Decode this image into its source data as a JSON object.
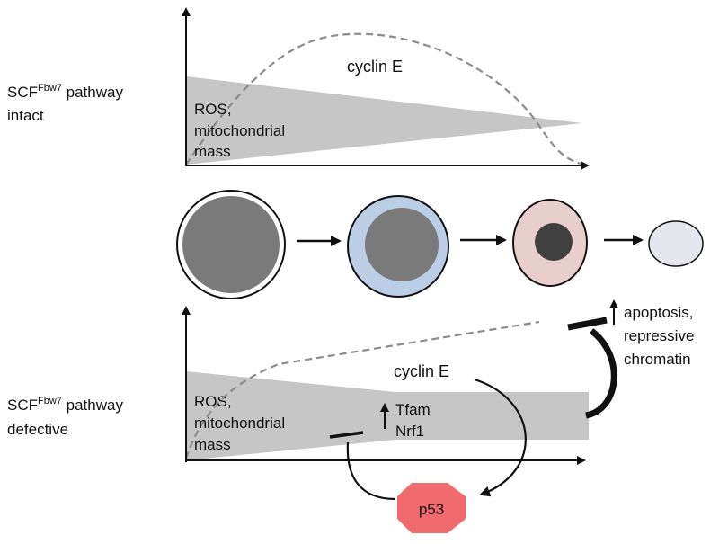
{
  "top_panel": {
    "row_label_prefix": "SCF",
    "row_label_superscript": "Fbw7",
    "row_label_suffix": " pathway",
    "row_label_line2": "intact",
    "curve_label": "cyclin E",
    "wedge_label_lines": [
      "ROS,",
      "mitochondrial",
      "mass"
    ]
  },
  "bottom_panel": {
    "row_label_prefix": "SCF",
    "row_label_superscript": "Fbw7",
    "row_label_suffix": " pathway",
    "row_label_line2": "defective",
    "curve_label": "cyclin E",
    "wedge_label_lines": [
      "ROS,",
      "mitochondrial",
      "mass"
    ],
    "up_factors": [
      "Tfam",
      "Nrf1"
    ],
    "p53_label": "p53",
    "outcome_lines": [
      "apoptosis,",
      "repressive",
      "chromatin"
    ]
  },
  "cells": [
    {
      "name": "cell-stage-1"
    },
    {
      "name": "cell-stage-2"
    },
    {
      "name": "cell-stage-3"
    },
    {
      "name": "cell-stage-4"
    }
  ],
  "colors": {
    "axis": "#111111",
    "wedge_fill": "#c6c6c6",
    "curve": "#8c8c8c",
    "nucleus_dark": "#7a7a7a",
    "nucleus_darker": "#404040",
    "cell_white": "#ffffff",
    "cell_blue": "#bccde6",
    "cell_pink": "#e8cfcd",
    "cell_lavender": "#e6e6ee",
    "p53_fill": "#ef6b6e"
  }
}
